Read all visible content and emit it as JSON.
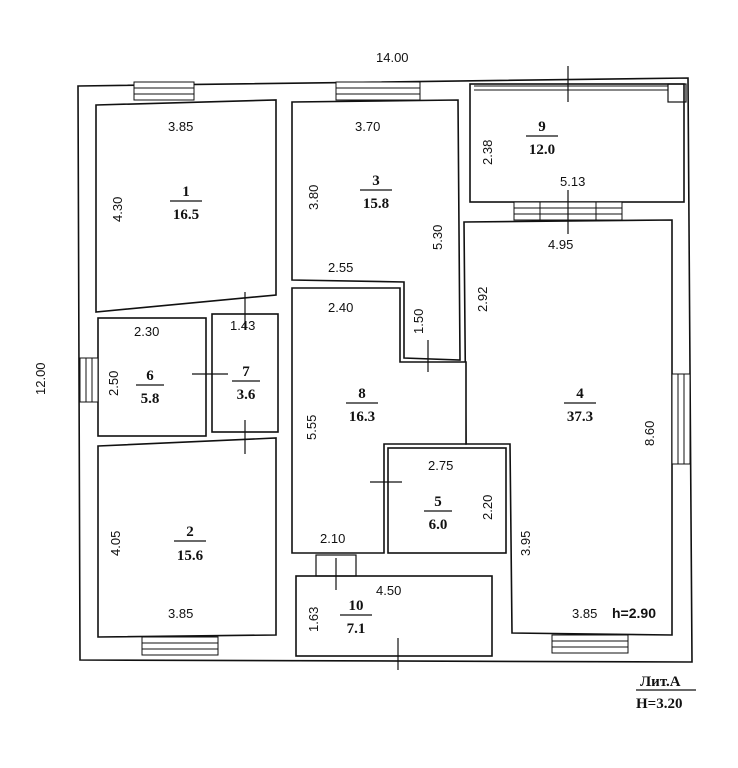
{
  "overall": {
    "width": "14.00",
    "depth": "12.00"
  },
  "rooms": [
    {
      "num": "1",
      "area": "16.5"
    },
    {
      "num": "2",
      "area": "15.6"
    },
    {
      "num": "3",
      "area": "15.8"
    },
    {
      "num": "4",
      "area": "37.3"
    },
    {
      "num": "5",
      "area": "6.0"
    },
    {
      "num": "6",
      "area": "5.8"
    },
    {
      "num": "7",
      "area": "3.6"
    },
    {
      "num": "8",
      "area": "16.3"
    },
    {
      "num": "9",
      "area": "12.0"
    },
    {
      "num": "10",
      "area": "7.1"
    }
  ],
  "dims": {
    "r1_top": "3.85",
    "r1_left": "4.30",
    "r3_top": "3.70",
    "r3_left": "3.80",
    "r3_right": "5.30",
    "r3_bottom": "2.55",
    "r9_left": "2.38",
    "r9_bottom": "5.13",
    "r4_top": "4.95",
    "r4_left": "2.92",
    "r4_right": "8.60",
    "r8_top": "2.40",
    "r8_step": "1.50",
    "r8_left": "5.55",
    "r8_bottom": "2.10",
    "r6_top": "2.30",
    "r6_left": "2.50",
    "r7_top": "1.43",
    "r5_top": "2.75",
    "r5_right": "2.20",
    "r4_inner": "3.95",
    "r2_left": "4.05",
    "r2_bottom": "3.85",
    "r10_top": "4.50",
    "r10_left": "1.63",
    "r4_bottom": "3.85"
  },
  "ceiling_height": "h=2.90",
  "stamp": {
    "letter": "Лит.А",
    "height": "H=3.20"
  }
}
